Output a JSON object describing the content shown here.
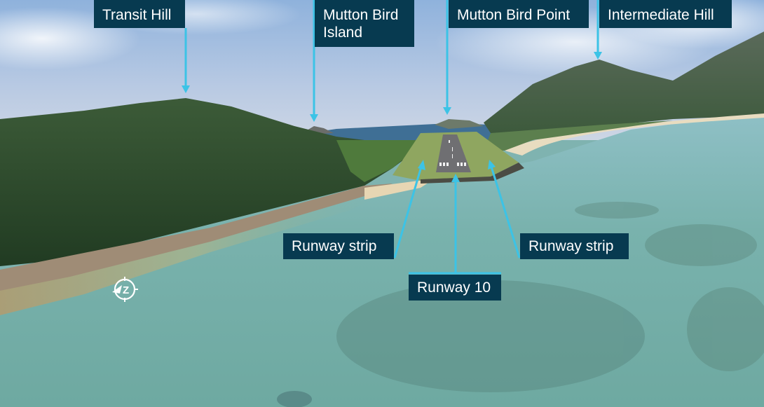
{
  "image": {
    "description": "Aerial approach photo of an island runway with annotation labels",
    "accent_colors": {
      "label_background": "#073a50",
      "label_text": "#ffffff",
      "arrow": "#3cc3e6"
    }
  },
  "annotations": [
    {
      "id": "transit-hill",
      "text": "Transit Hill"
    },
    {
      "id": "mutton-bird-island",
      "text": "Mutton Bird Island"
    },
    {
      "id": "mutton-bird-point",
      "text": "Mutton Bird Point"
    },
    {
      "id": "intermediate-hill",
      "text": "Intermediate Hill"
    },
    {
      "id": "runway-strip-left",
      "text": "Runway strip"
    },
    {
      "id": "runway-10",
      "text": "Runway 10"
    },
    {
      "id": "runway-strip-right",
      "text": "Runway strip"
    }
  ],
  "watermark": {
    "icon": "compass-logo-icon",
    "glyph": "Z"
  }
}
